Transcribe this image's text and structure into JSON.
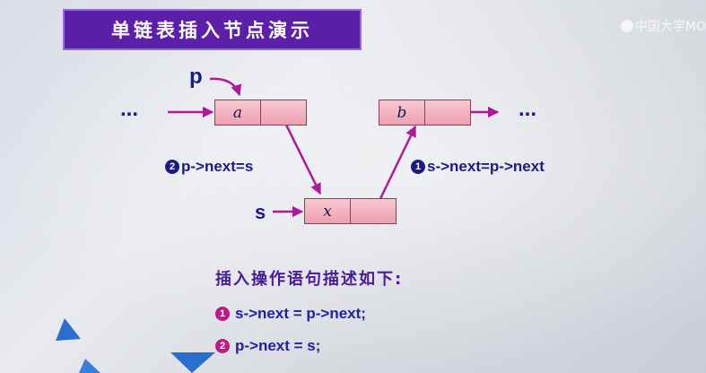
{
  "title": "单链表插入节点演示",
  "watermark": "中国大学MO",
  "nodes": {
    "a": "a",
    "b": "b",
    "x": "x"
  },
  "labels": {
    "p": "p",
    "s": "s",
    "ellipsis_left": "...",
    "ellipsis_right": "..."
  },
  "steps": {
    "step1_badge": "1",
    "step1_text": "s->next=p->next",
    "step2_badge": "2",
    "step2_text": "p->next=s"
  },
  "description": "插入操作语句描述如下:",
  "code": [
    {
      "badge": "1",
      "text": "s->next = p->next;"
    },
    {
      "badge": "2",
      "text": "p->next = s;"
    }
  ],
  "colors": {
    "banner": "#5b1fa8",
    "arrow": "#b0189a",
    "text": "#1a1a8a",
    "node": "#f3b3c1"
  }
}
